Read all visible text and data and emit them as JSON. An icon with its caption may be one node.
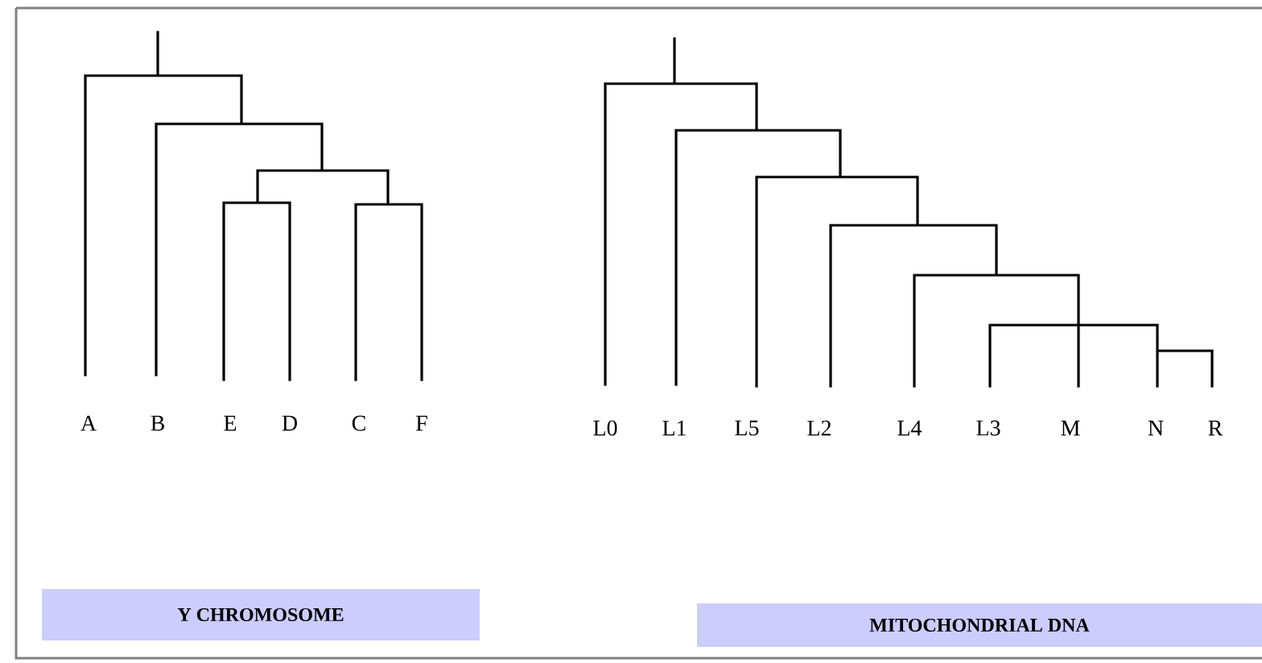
{
  "diagram": {
    "nodes": [
      {
        "text": [
          "Y CHROMOSOME"
        ]
      },
      {
        "text": [
          "MITOCHONDRIAL DNA"
        ]
      }
    ],
    "labels": [
      "A",
      "B",
      "E",
      "D",
      "C",
      "F",
      "L0",
      "L1",
      "L5",
      "L2",
      "L4",
      "L3",
      "M",
      "N",
      "R"
    ]
  }
}
